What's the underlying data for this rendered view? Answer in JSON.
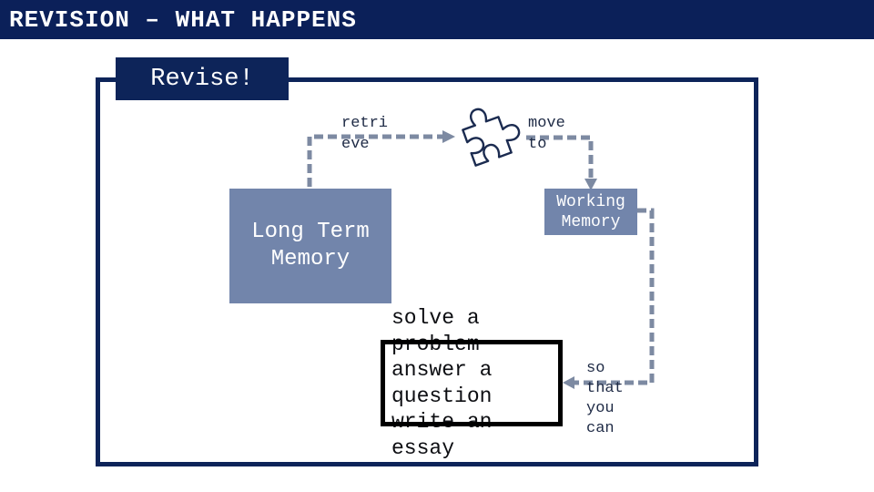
{
  "header": {
    "title": "REVISION – WHAT HAPPENS"
  },
  "colors": {
    "navy": "#0b2059",
    "frame_border": "#0d2459",
    "memory_box_fill": "#7285ab",
    "connector": "#7d8aa2",
    "label_text": "#1e2a45",
    "emphasis_border": "#000000"
  },
  "diagram": {
    "revise_label": "Revise!",
    "long_term_memory": {
      "label": "Long Term Memory",
      "lines": [
        "Long Term",
        "Memory"
      ]
    },
    "working_memory": {
      "label": "Working Memory",
      "lines": [
        "Working",
        "Memory"
      ]
    },
    "retrieve_label": {
      "label": "retrieve",
      "lines": [
        "retri",
        "eve"
      ]
    },
    "move_to_label": {
      "label": "move to",
      "lines": [
        "move",
        "to"
      ]
    },
    "so_that_label": {
      "label": "so that you can",
      "lines": [
        "so",
        "that",
        "you",
        "can"
      ]
    },
    "tasks_text": {
      "label": "solve a problem answer a question write an essay",
      "lines": [
        "solve a",
        "problem",
        "answer a",
        "question",
        "write an",
        "essay"
      ]
    },
    "icons": {
      "puzzle": "puzzle-piece-icon"
    }
  }
}
